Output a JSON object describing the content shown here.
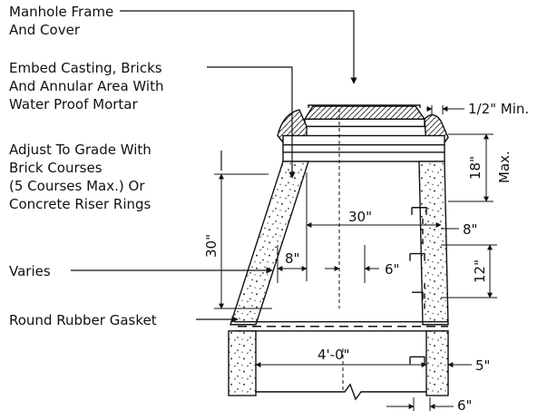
{
  "callouts": {
    "manhole_frame": [
      "Manhole Frame",
      "And Cover"
    ],
    "embed_casting": [
      "Embed Casting, Bricks",
      "And Annular Area With",
      "Water Proof Mortar"
    ],
    "adjust_grade": [
      "Adjust To Grade With",
      "Brick Courses",
      "(5 Courses Max.) Or",
      "Concrete Riser Rings"
    ],
    "varies": "Varies",
    "gasket": "Round Rubber Gasket"
  },
  "dimensions": {
    "half_inch_min": "1/2\" Min.",
    "eighteen_max": "18\"",
    "max": "Max.",
    "thirty_top": "30\"",
    "eight_right": "8\"",
    "thirty_left": "30\"",
    "eight_inner": "8\"",
    "six_inner": "6\"",
    "twelve": "12\"",
    "four_ft": "4'-0\"",
    "five": "5\"",
    "six_bottom": "6\""
  },
  "colors": {
    "ink": "#111111",
    "paper": "#ffffff"
  }
}
